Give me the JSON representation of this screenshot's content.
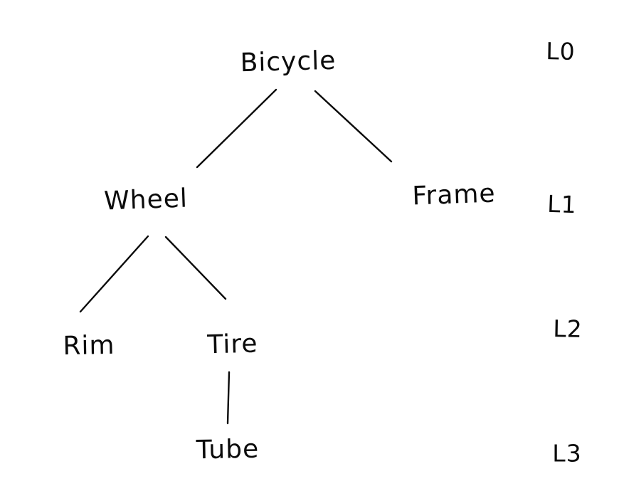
{
  "diagram": {
    "type": "tree",
    "style": "hand-drawn",
    "ink_color": "#0b0b0b",
    "background_color": "#ffffff",
    "nodes": [
      {
        "id": "bicycle",
        "label": "Bicycle",
        "level": 0,
        "parent": null
      },
      {
        "id": "wheel",
        "label": "Wheel",
        "level": 1,
        "parent": "bicycle"
      },
      {
        "id": "frame",
        "label": "Frame",
        "level": 1,
        "parent": "bicycle"
      },
      {
        "id": "rim",
        "label": "Rim",
        "level": 2,
        "parent": "wheel"
      },
      {
        "id": "tire",
        "label": "Tire",
        "level": 2,
        "parent": "wheel"
      },
      {
        "id": "tube",
        "label": "Tube",
        "level": 3,
        "parent": "tire"
      }
    ],
    "edges": [
      {
        "from": "bicycle",
        "to": "wheel"
      },
      {
        "from": "bicycle",
        "to": "frame"
      },
      {
        "from": "wheel",
        "to": "rim"
      },
      {
        "from": "wheel",
        "to": "tire"
      },
      {
        "from": "tire",
        "to": "tube"
      }
    ],
    "level_labels": [
      {
        "label": "L0",
        "level": 0
      },
      {
        "label": "L1",
        "level": 1
      },
      {
        "label": "L2",
        "level": 2
      },
      {
        "label": "L3",
        "level": 3
      }
    ]
  }
}
